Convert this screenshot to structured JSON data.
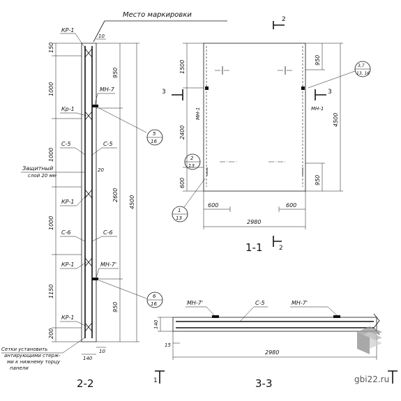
{
  "header": {
    "marking_place": "Место маркировки"
  },
  "views": {
    "v22": "2-2",
    "v11": "1-1",
    "v33": "3-3"
  },
  "section_marks": {
    "two": "2",
    "three": "3",
    "one": "1"
  },
  "left_view": {
    "labels": {
      "kp1_top": "КР-1",
      "kp1_b": "Кр-1",
      "kp1_c": "КР-1",
      "kp1_d": "КР-1",
      "kp1_e": "КР-1",
      "mn7": "МН-7",
      "mn7p": "МН-7'",
      "c5_l": "С-5",
      "c5_r": "С-5",
      "c6_l": "С-6",
      "c6_r": "С-6",
      "protective_1": "Защитный",
      "protective_2": "слой 20 мм",
      "note_1": "Сетки установить",
      "note_2": "антирующими стерж-",
      "note_3": "ми к нижнему торцу",
      "note_4": "панели"
    },
    "dims": {
      "d150": "150",
      "d1000a": "1000",
      "d1000b": "1000",
      "d1000c": "1000",
      "d1150": "1150",
      "d200": "200",
      "d950a": "950",
      "d2600": "2600",
      "d950b": "950",
      "d4500": "4500",
      "d20": "20",
      "d10a": "10",
      "d10b": "10",
      "d140": "140"
    }
  },
  "right_view": {
    "labels": {
      "mn1_l": "МН-1",
      "mn1_r": "МН-1"
    },
    "dims": {
      "d1500": "1500",
      "d2400": "2400",
      "d600v": "600",
      "d950a": "950",
      "d950b": "950",
      "d4500": "4500",
      "d600a": "600",
      "d600b": "600",
      "d2980": "2980"
    }
  },
  "bottom_view": {
    "labels": {
      "mn7_l": "МН-7'",
      "c5": "С-5",
      "mn7_r": "МН-7'"
    },
    "dims": {
      "d140": "140",
      "d15": "15",
      "d2980": "2980"
    }
  },
  "callouts": [
    {
      "top": "5",
      "bottom": "16"
    },
    {
      "top": "6",
      "bottom": "16"
    },
    {
      "top": "2",
      "bottom": "13"
    },
    {
      "top": "1",
      "bottom": "13"
    },
    {
      "top": "3,7",
      "bottom": "13, 16"
    }
  ],
  "watermark": {
    "text": "gbi22.ru"
  }
}
